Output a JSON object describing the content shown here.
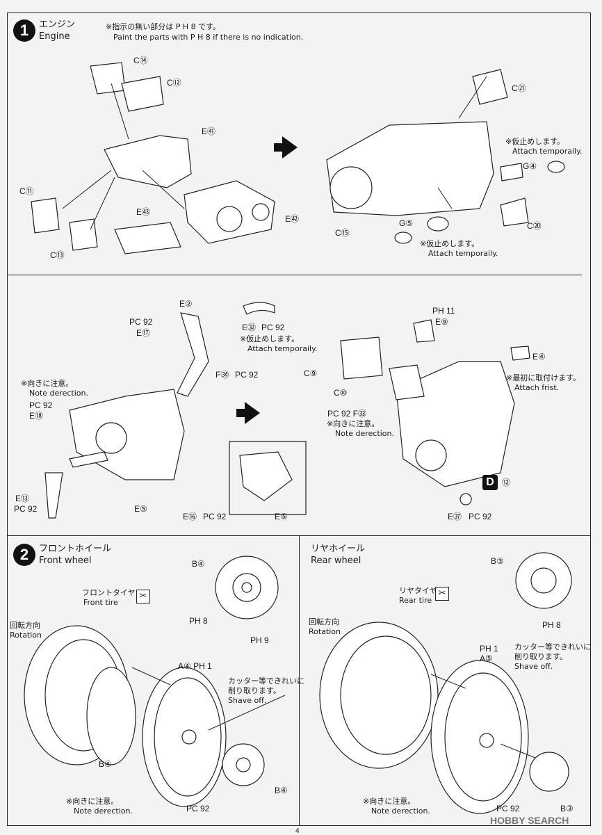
{
  "step1": {
    "number": "1",
    "title_jp": "エンジン",
    "title_en": "Engine",
    "note_jp": "※指示の無い部分は P H 8 です。",
    "note_en": "Paint the parts with P H 8 if there is no indication.",
    "labels": [
      "C⑭",
      "C⑫",
      "E㊶",
      "C⑪",
      "C⑬",
      "E㊸",
      "E㊷",
      "C㉑",
      "G④",
      "G⑤",
      "C⑳",
      "C⑮"
    ],
    "temp_jp": "※仮止めします。",
    "temp_en": "Attach temporaily."
  },
  "step1b": {
    "labels": [
      "E②",
      "E㉜",
      "PC 92",
      "E⑰",
      "PC 92",
      "F㉞",
      "PC 92",
      "E⑱",
      "PC 92",
      "E⑬",
      "PC 92",
      "E⑤",
      "E⑯",
      "PC 92",
      "E⑤",
      "PH 11",
      "E⑨",
      "E④",
      "C⑨",
      "C⑩",
      "PC 92 F㉝",
      "D",
      "⑫",
      "E㊲",
      "PC 92"
    ],
    "temp_jp": "※仮止めします。",
    "temp_en": "Attach temporaily.",
    "dir_jp": "※向きに注意。",
    "dir_en": "Note derection.",
    "first_jp": "※最初に取付けます。",
    "first_en": "Attach frist."
  },
  "step2": {
    "number": "2",
    "front_jp": "フロントホイール",
    "front_en": "Front wheel",
    "rear_jp": "リヤホイール",
    "rear_en": "Rear wheel",
    "front_tire_jp": "フロントタイヤ",
    "front_tire_en": "Front tire",
    "rear_tire_jp": "リヤタイヤ",
    "rear_tire_en": "Rear tire",
    "rotation_jp": "回転方向",
    "rotation_en": "Rotation",
    "shave_jp1": "カッター等できれいに",
    "shave_jp2": "削り取ります。",
    "shave_en": "Shave off.",
    "dir_jp": "※向きに注意。",
    "dir_en": "Note derection.",
    "labels_front": [
      "B④",
      "PH 8",
      "PH 9",
      "A④ PH 1",
      "B④",
      "B④",
      "PC 92"
    ],
    "labels_rear": [
      "B③",
      "PH 8",
      "PH 1",
      "A⑤",
      "PC 92",
      "B③"
    ]
  },
  "page": "4",
  "watermark": "HOBBY SEARCH"
}
